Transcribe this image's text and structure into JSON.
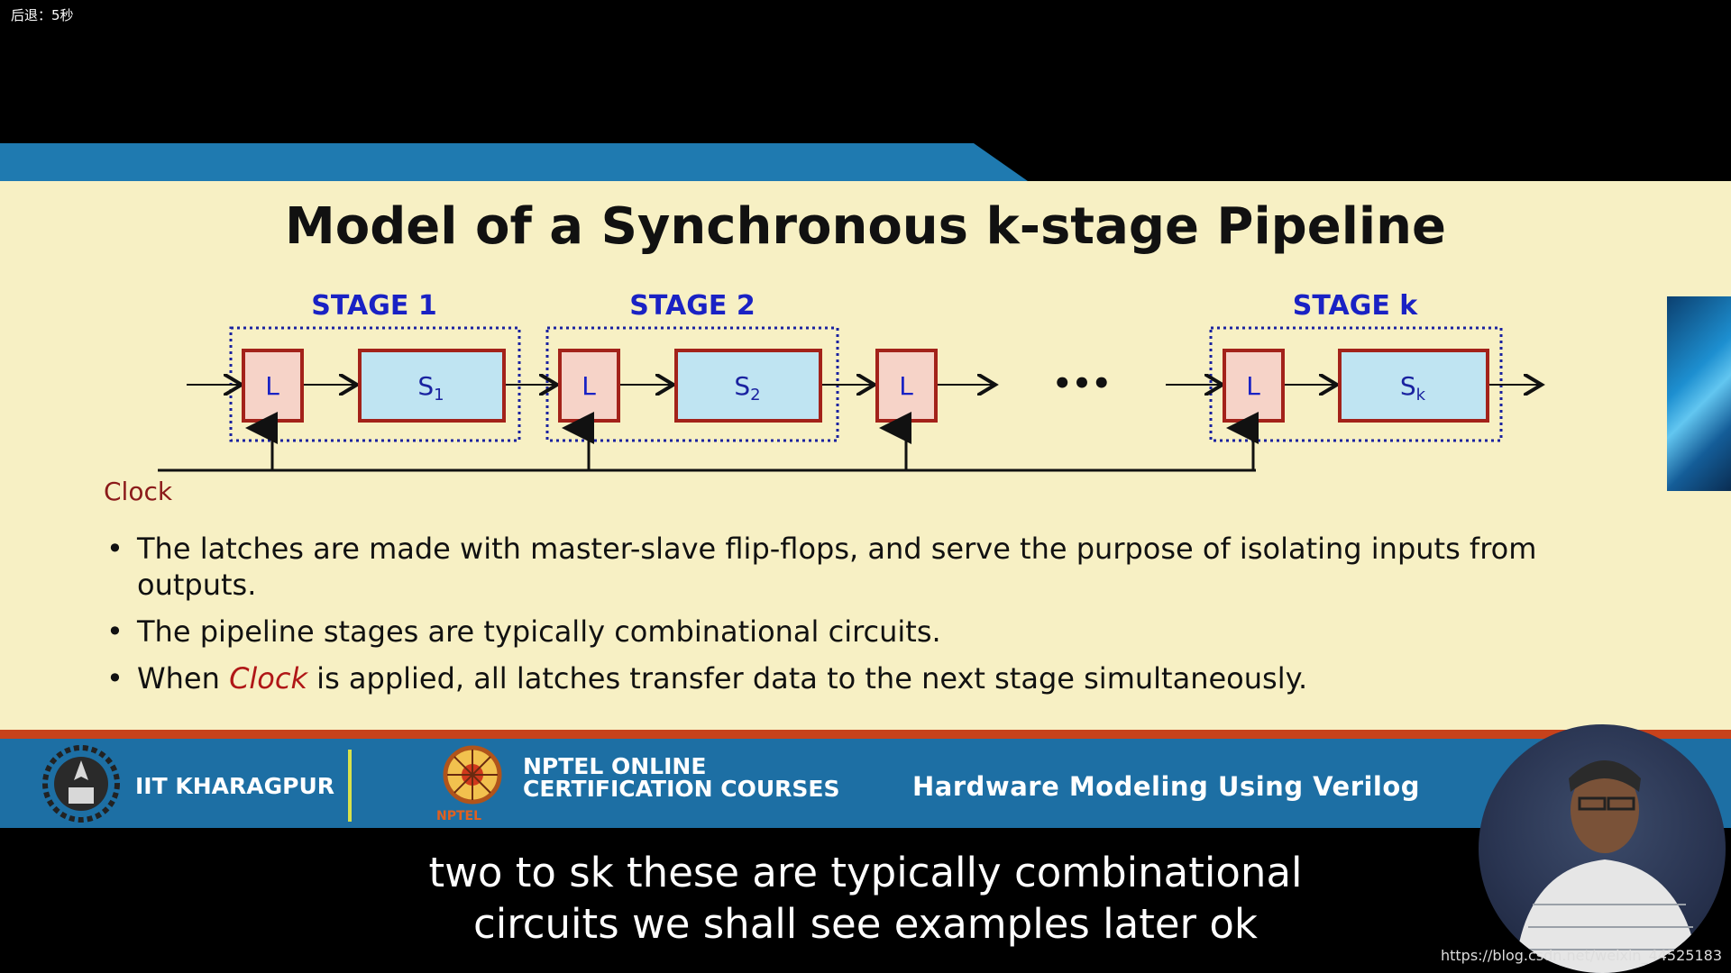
{
  "overlay": {
    "text": "后退：5秒"
  },
  "slide": {
    "title": "Model of a Synchronous k-stage Pipeline",
    "stages": [
      {
        "label": "STAGE 1"
      },
      {
        "label": "STAGE 2"
      },
      {
        "label": "STAGE k"
      }
    ],
    "latch_label": "L",
    "blocks": [
      {
        "base": "S",
        "sub": "1"
      },
      {
        "base": "S",
        "sub": "2"
      },
      {
        "base": "S",
        "sub": "k"
      }
    ],
    "ellipsis": "•••",
    "clock_label": "Clock",
    "bullets": {
      "b1": "The latches are made with master-slave flip-flops, and serve the purpose of isolating inputs from outputs.",
      "b2": "The pipeline stages are typically combinational circuits.",
      "b3_pre": "When ",
      "b3_clock": "Clock",
      "b3_post": " is applied, all latches transfer data to the next stage simultaneously."
    },
    "colors": {
      "latch_fill": "#f6d3c8",
      "latch_border": "#a3221a",
      "block_fill": "#bfe4f2",
      "stage_label": "#1a22c4",
      "bg": "#f7f0c4"
    }
  },
  "footer": {
    "institute": "IIT KHARAGPUR",
    "nptel_line1": "NPTEL ONLINE",
    "nptel_line2": "CERTIFICATION COURSES",
    "nptel_caption": "NPTEL",
    "course": "Hardware Modeling Using Verilog"
  },
  "subtitle": {
    "line1": "two to sk these are typically combinational",
    "line2": "circuits we shall see examples later ok"
  },
  "url": "https://blog.csdn.net/weixin_44525183"
}
